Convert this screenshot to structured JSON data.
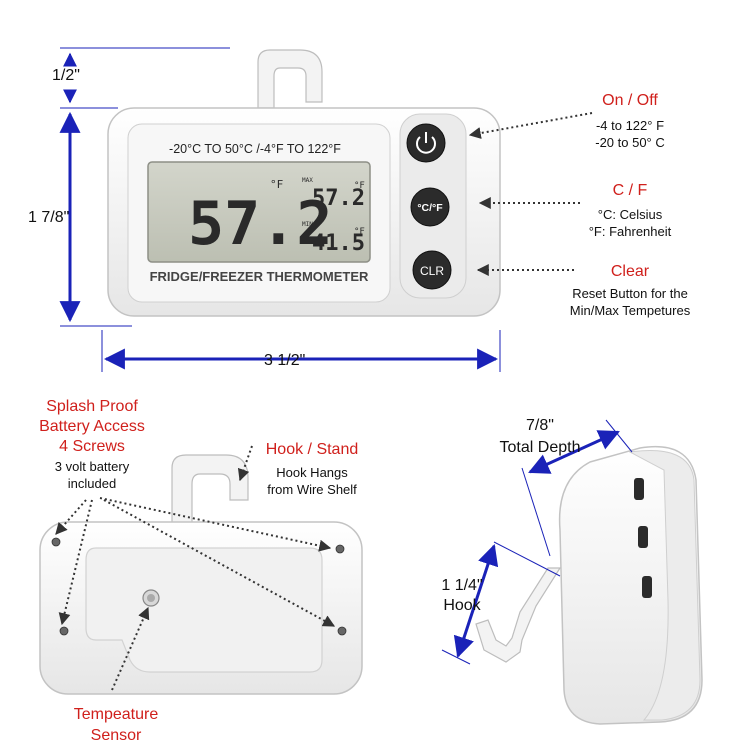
{
  "colors": {
    "dimension": "#1a22b8",
    "callout_title": "#d0201c",
    "text": "#111111",
    "device": "#f4f4f4",
    "lcd": "#c9cbbf"
  },
  "dimensions": {
    "top_gap": "1/2\"",
    "height": "1 7/8\"",
    "width": "3 1/2\"",
    "depth_value": "7/8\"",
    "depth_label": "Total Depth",
    "hook_value": "1 1/4\"",
    "hook_label": "Hook"
  },
  "device_front": {
    "range_label": "-20°C TO 50°C /-4°F TO 122°F",
    "model_label": "FRIDGE/FREEZER THERMOMETER",
    "main_reading": "57.2",
    "main_unit": "°F",
    "max_tag": "MAX",
    "max_reading": "57.2",
    "max_unit": "°F",
    "min_tag": "MIN",
    "min_reading": "41.5",
    "min_unit": "°F",
    "buttons": [
      "power-icon",
      "°C/°F",
      "CLR"
    ]
  },
  "callouts": {
    "onoff": {
      "title": "On / Off",
      "lines": [
        "-4 to 122° F",
        "-20 to 50° C"
      ]
    },
    "cf": {
      "title": "C / F",
      "lines": [
        "°C: Celsius",
        "°F: Fahrenheit"
      ]
    },
    "clear": {
      "title": "Clear",
      "lines": [
        "Reset Button for the",
        "Min/Max Tempetures"
      ]
    },
    "splash": {
      "title_lines": [
        "Splash Proof",
        "Battery Access",
        "4 Screws"
      ],
      "lines": [
        "3 volt battery",
        "included"
      ]
    },
    "hook": {
      "title": "Hook / Stand",
      "lines": [
        "Hook Hangs",
        "from Wire Shelf"
      ]
    },
    "sensor": {
      "title_lines": [
        "Tempeature",
        "Sensor"
      ]
    }
  }
}
